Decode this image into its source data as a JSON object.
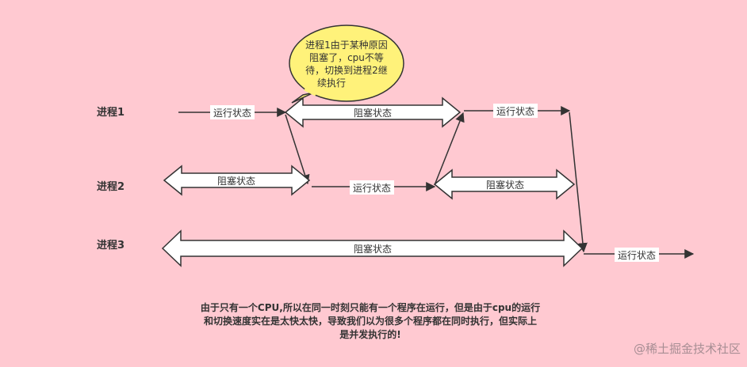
{
  "processes": {
    "p1": "进程1",
    "p2": "进程2",
    "p3": "进程3"
  },
  "states": {
    "running": "运行状态",
    "blocked": "阻塞状态"
  },
  "callout": {
    "line1": "进程1由于某种原因",
    "line2": "阻塞了，cpu不等",
    "line3": "待，切换到进程2继",
    "line4": "续执行"
  },
  "caption": {
    "line1": "由于只有一个CPU,所以在同一时刻只能有一个程序在运行，但是由于cpu的运行",
    "line2": "和切换速度实在是太快太快，导致我们以为很多个程序都在同时执行，但实际上",
    "line3": "是并发执行的!"
  },
  "watermark": "@稀土掘金技术社区",
  "colors": {
    "background": "#ffc9d1",
    "callout_fill": "#fff27a",
    "arrow_stroke": "#333333",
    "block_arrow_fill": "#ffffff"
  }
}
